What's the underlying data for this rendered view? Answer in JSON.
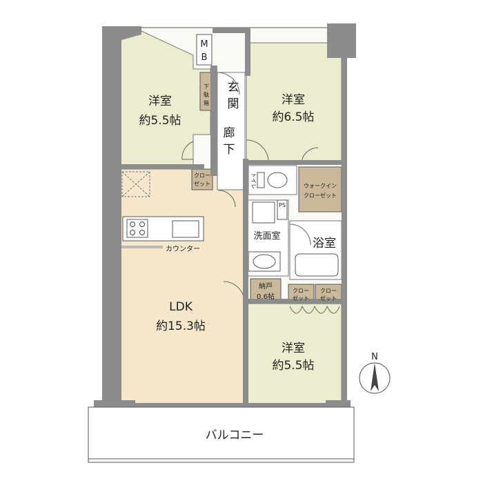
{
  "rooms": {
    "western_nw": {
      "name": "洋室",
      "size": "約5.5帖"
    },
    "western_ne": {
      "name": "洋室",
      "size": "約6.5帖"
    },
    "western_se": {
      "name": "洋室",
      "size": "約5.5帖"
    },
    "ldk": {
      "name": "LDK",
      "size": "約15.3帖"
    },
    "storage": {
      "name": "納戸",
      "size": "0.6帖"
    }
  },
  "labels": {
    "mb_m": "M",
    "mb_b": "B",
    "shoe_1": "下",
    "shoe_2": "駄",
    "shoe_3": "箱",
    "entrance_1": "玄",
    "entrance_2": "関",
    "hallway_1": "廊",
    "hallway_2": "下",
    "toilet": "トイレ",
    "wic_1": "ウォークイン",
    "wic_2": "クローゼット",
    "closet_1": "クロー",
    "closet_2": "ゼット",
    "ps": "PS",
    "washroom": "洗面室",
    "bathroom": "浴室",
    "counter": "カウンター",
    "balcony": "バルコニー",
    "compass_n": "N"
  },
  "colors": {
    "wall": "#8c8c8c",
    "western_room": "#ecedcf",
    "ldk": "#f4e7cc",
    "storage": "#c9b99a",
    "wet_area": "#ffffff",
    "outline": "#555555"
  }
}
